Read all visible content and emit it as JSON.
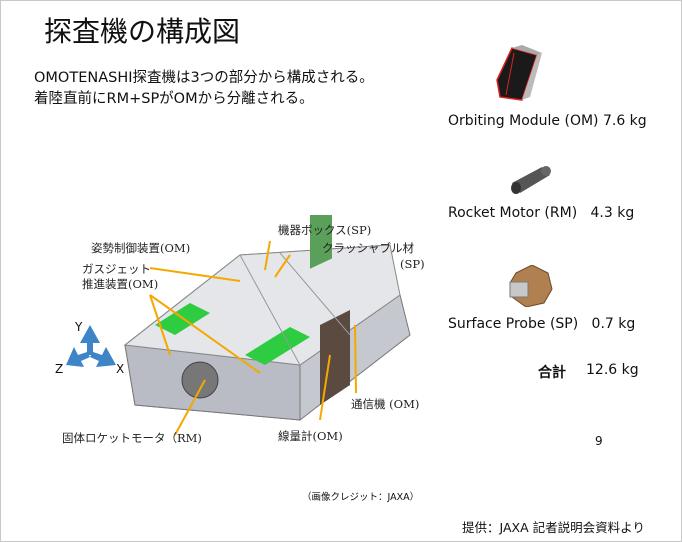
{
  "title": "探査機の構成図",
  "intro": {
    "line1": "OMOTENASHI探査機は3つの部分から構成される。",
    "line2": "着陸直前にRM+SPがOMから分離される。"
  },
  "diagram": {
    "labels": {
      "attitude_control": "姿勢制御装置(OM)",
      "gas_jet_1": "ガスジェット",
      "gas_jet_2": "推進装置(OM)",
      "equipment_box": "機器ボックス(SP)",
      "crushable_1": "クラッシャブル材",
      "crushable_2": "(SP)",
      "comm": "通信機 (OM)",
      "dosimeter": "線量計(OM)",
      "solid_motor": "固体ロケットモータ（RM)"
    },
    "axes": {
      "y": "Y",
      "z": "Z",
      "x": "X"
    }
  },
  "components": [
    {
      "label": "Orbiting Module (OM) 7.6 kg",
      "icon": "orbiting-module"
    },
    {
      "label": "Rocket Motor (RM)   4.3 kg",
      "icon": "rocket-motor"
    },
    {
      "label": "Surface Probe (SP)   0.7 kg",
      "icon": "surface-probe"
    }
  ],
  "total": {
    "label": "合計",
    "value": "12.6 kg"
  },
  "page_number": "9",
  "credit": "（画像クレジット：JAXA）",
  "source": "提供：JAXA 記者説明会資料より",
  "colors": {
    "leader": "#f5a800",
    "axis": "#3d85c6",
    "panel_green": "#2ecc40"
  }
}
